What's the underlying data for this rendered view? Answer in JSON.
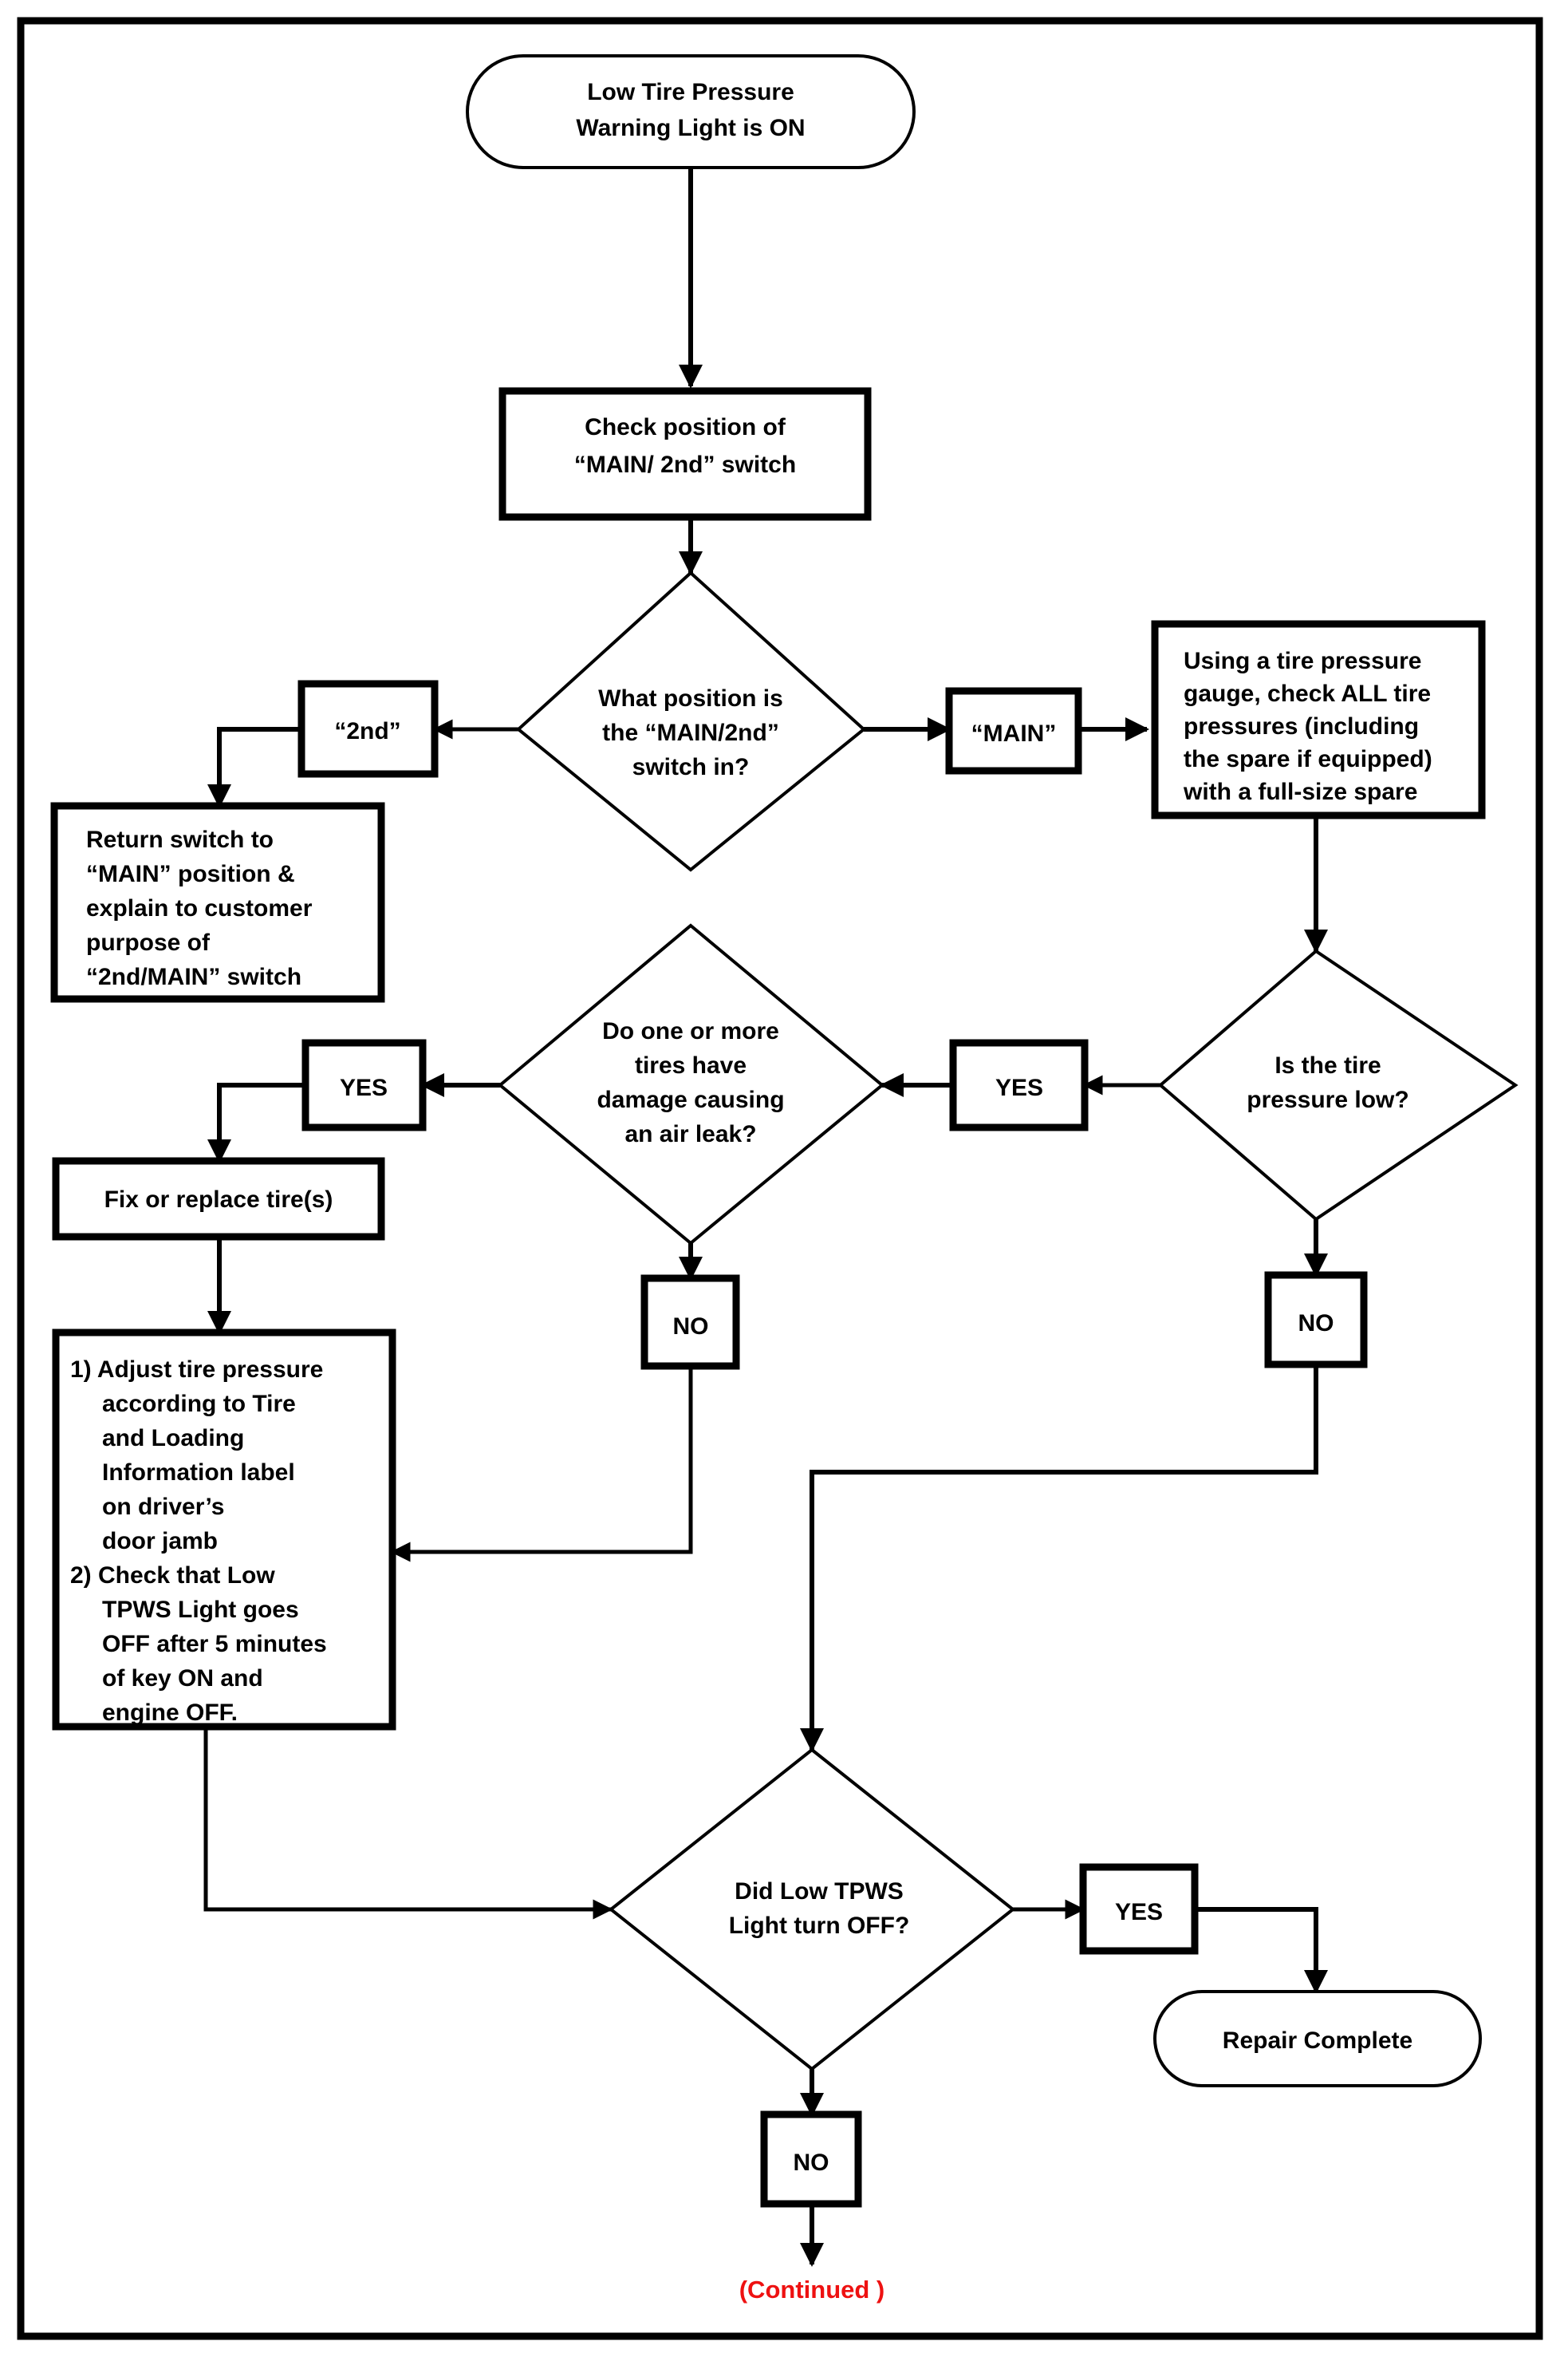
{
  "diagram": {
    "title": "Low Tire Pressure Warning Light Diagnostic Flowchart",
    "border_color": "#000000",
    "background": "#ffffff",
    "continued_color": "#ee1111"
  },
  "nodes": {
    "start": {
      "shape": "terminator",
      "lines": [
        "Low Tire Pressure",
        "Warning Light is ON"
      ]
    },
    "check_switch": {
      "shape": "process",
      "lines": [
        "Check position of",
        "“MAIN/ 2nd” switch"
      ]
    },
    "decision_position": {
      "shape": "decision",
      "lines": [
        "What position is",
        "the “MAIN/2nd”",
        "switch in?"
      ]
    },
    "label_2nd": {
      "shape": "label",
      "lines": [
        "“2nd”"
      ]
    },
    "label_main": {
      "shape": "label",
      "lines": [
        "“MAIN”"
      ]
    },
    "return_switch": {
      "shape": "process",
      "lines": [
        "Return switch to",
        "“MAIN” position &",
        "explain to customer",
        "purpose of",
        "“2nd/MAIN” switch"
      ]
    },
    "check_pressures": {
      "shape": "process",
      "lines": [
        "Using a tire pressure",
        "gauge, check ALL tire",
        "pressures (including",
        "the spare if equipped)",
        "with a full-size spare"
      ]
    },
    "decision_pressure_low": {
      "shape": "decision",
      "lines": [
        "Is the tire",
        "pressure low?"
      ]
    },
    "label_yes_pressure": {
      "shape": "label",
      "lines": [
        "YES"
      ]
    },
    "label_no_pressure": {
      "shape": "label",
      "lines": [
        "NO"
      ]
    },
    "decision_damage": {
      "shape": "decision",
      "lines": [
        "Do one or more",
        "tires have",
        "damage causing",
        "an air leak?"
      ]
    },
    "label_yes_damage": {
      "shape": "label",
      "lines": [
        "YES"
      ]
    },
    "label_no_damage": {
      "shape": "label",
      "lines": [
        "NO"
      ]
    },
    "fix_tires": {
      "shape": "process",
      "lines": [
        "Fix or replace tire(s)"
      ]
    },
    "adjust_steps": {
      "shape": "process",
      "lines": [
        "1) Adjust tire pressure",
        "according to Tire",
        "and Loading",
        "Information label",
        "on driver’s",
        "door jamb",
        "2) Check that Low",
        "TPWS Light goes",
        "OFF after 5 minutes",
        "of key ON and",
        "engine OFF."
      ]
    },
    "decision_light_off": {
      "shape": "decision",
      "lines": [
        "Did Low TPWS",
        "Light turn OFF?"
      ]
    },
    "label_yes_light": {
      "shape": "label",
      "lines": [
        "YES"
      ]
    },
    "label_no_light": {
      "shape": "label",
      "lines": [
        "NO"
      ]
    },
    "repair_complete": {
      "shape": "terminator",
      "lines": [
        "Repair Complete"
      ]
    },
    "continued": {
      "shape": "annotation",
      "lines": [
        "(Continued )"
      ]
    }
  },
  "edges": [
    {
      "from": "start",
      "to": "check_switch",
      "label": ""
    },
    {
      "from": "check_switch",
      "to": "decision_position",
      "label": ""
    },
    {
      "from": "decision_position",
      "to": "label_2nd",
      "label": "“2nd”"
    },
    {
      "from": "label_2nd",
      "to": "return_switch",
      "label": ""
    },
    {
      "from": "decision_position",
      "to": "label_main",
      "label": "“MAIN”"
    },
    {
      "from": "label_main",
      "to": "check_pressures",
      "label": ""
    },
    {
      "from": "check_pressures",
      "to": "decision_pressure_low",
      "label": ""
    },
    {
      "from": "decision_pressure_low",
      "to": "label_yes_pressure",
      "label": "YES"
    },
    {
      "from": "label_yes_pressure",
      "to": "decision_damage",
      "label": ""
    },
    {
      "from": "decision_pressure_low",
      "to": "label_no_pressure",
      "label": "NO"
    },
    {
      "from": "label_no_pressure",
      "to": "decision_light_off",
      "label": ""
    },
    {
      "from": "decision_damage",
      "to": "label_yes_damage",
      "label": "YES"
    },
    {
      "from": "label_yes_damage",
      "to": "fix_tires",
      "label": ""
    },
    {
      "from": "fix_tires",
      "to": "adjust_steps",
      "label": ""
    },
    {
      "from": "decision_damage",
      "to": "label_no_damage",
      "label": "NO"
    },
    {
      "from": "label_no_damage",
      "to": "adjust_steps",
      "label": ""
    },
    {
      "from": "adjust_steps",
      "to": "decision_light_off",
      "label": ""
    },
    {
      "from": "decision_light_off",
      "to": "label_yes_light",
      "label": "YES"
    },
    {
      "from": "label_yes_light",
      "to": "repair_complete",
      "label": ""
    },
    {
      "from": "decision_light_off",
      "to": "label_no_light",
      "label": "NO"
    },
    {
      "from": "label_no_light",
      "to": "continued",
      "label": ""
    }
  ]
}
